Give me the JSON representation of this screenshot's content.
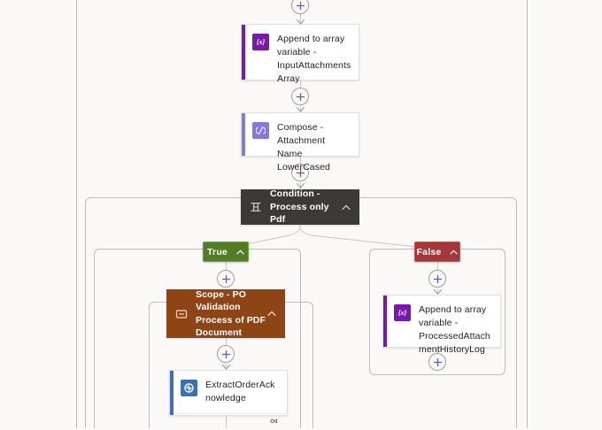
{
  "canvas": {
    "background": "#faf9f8",
    "line_color": "#c8c6c4",
    "container_border": "#bdbdbd"
  },
  "flow": {
    "title": "Power Automate flow designer canvas",
    "nodes": [
      {
        "id": "append-input-attachments",
        "type": "action-card",
        "label": "Append to array variable - InputAttachmentsArray",
        "icon": "variable-icon",
        "icon_glyph": "{x}",
        "icon_color": "#7719AA",
        "accent_color": "#7719AA"
      },
      {
        "id": "compose-attachment-name",
        "type": "action-card",
        "label": "Compose - Attachment Name LowerCased",
        "icon": "compose-icon",
        "icon_glyph": "⟋",
        "icon_color": "#8378de",
        "accent_color": "#8378de"
      },
      {
        "id": "condition-process-only-pdf",
        "type": "header-node",
        "label": "Condition - Process only Pdf",
        "icon": "condition-icon",
        "header_color": "#3b3a39",
        "chevron": "chevron-up-icon"
      },
      {
        "id": "branch-true",
        "type": "branch-pill",
        "label": "True",
        "color": "#527d26",
        "border": "#6aa03a",
        "chevron": "chevron-up-icon"
      },
      {
        "id": "branch-false",
        "type": "branch-pill",
        "label": "False",
        "color": "#a4373a",
        "border": "#c94f4f",
        "chevron": "chevron-up-icon"
      },
      {
        "id": "scope-po-validation",
        "type": "header-node",
        "label": "Scope - PO Validation Process of PDF Document",
        "icon": "scope-icon",
        "header_color": "#8e4516",
        "chevron": "chevron-up-icon"
      },
      {
        "id": "extract-order-acknowledge",
        "type": "action-card-with-footer",
        "label": "ExtractOrderAcknowledge",
        "icon": "ai-builder-icon",
        "icon_color": "#3b6fb6",
        "accent_color": "#3b6fb6",
        "footer_icon": "connector-link-icon"
      },
      {
        "id": "append-processed-attachment",
        "type": "action-card",
        "label": "Append to array variable - ProcessedAttachmentHistoryLog",
        "icon": "variable-icon",
        "icon_glyph": "{x}",
        "icon_color": "#7719AA",
        "accent_color": "#7719AA"
      }
    ],
    "add_buttons": [
      {
        "id": "add-step-top",
        "label": "+"
      },
      {
        "id": "add-step-after-append-input",
        "label": "+"
      },
      {
        "id": "add-step-after-compose",
        "label": "+"
      },
      {
        "id": "add-step-true-branch",
        "label": "+"
      },
      {
        "id": "add-step-after-scope-header",
        "label": "+"
      },
      {
        "id": "add-step-false-branch",
        "label": "+"
      },
      {
        "id": "add-step-after-append-processed",
        "label": "+"
      }
    ]
  }
}
